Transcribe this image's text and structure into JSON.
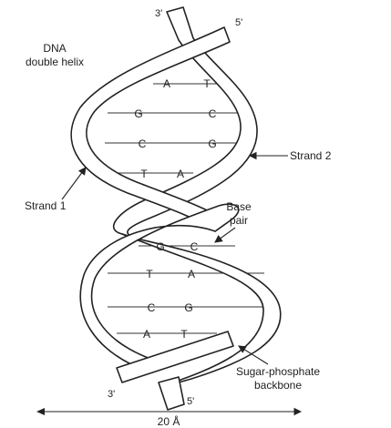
{
  "title_line1": "DNA",
  "title_line2": "double helix",
  "strand1_label": "Strand 1",
  "strand2_label": "Strand 2",
  "base_pair_label_line1": "Base",
  "base_pair_label_line2": "pair",
  "backbone_label_line1": "Sugar-phosphate",
  "backbone_label_line2": "backbone",
  "width_label": "20 Å",
  "top_left_end": "3'",
  "top_right_end": "5'",
  "bottom_left_end": "3'",
  "bottom_right_end": "5'",
  "base_pairs": [
    {
      "left": "A",
      "right": "T"
    },
    {
      "left": "G",
      "right": "C"
    },
    {
      "left": "C",
      "right": "G"
    },
    {
      "left": "T",
      "right": "A"
    },
    {
      "left": "G",
      "right": "C"
    },
    {
      "left": "T",
      "right": "A"
    },
    {
      "left": "C",
      "right": "G"
    },
    {
      "left": "A",
      "right": "T"
    }
  ],
  "colors": {
    "line": "#222222",
    "background": "#ffffff"
  }
}
